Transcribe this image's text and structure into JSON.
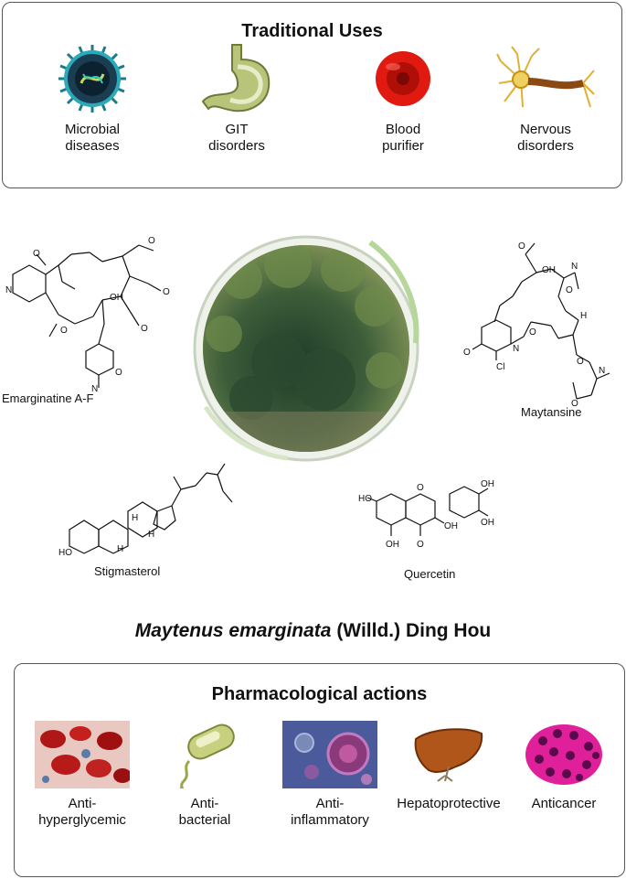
{
  "traditional_uses": {
    "title": "Traditional Uses",
    "items": [
      {
        "label": "Microbial\ndiseases",
        "icon": "virus-icon"
      },
      {
        "label": "GIT\ndisorders",
        "icon": "stomach-icon"
      },
      {
        "label": "Blood\npurifier",
        "icon": "blood-cell-icon"
      },
      {
        "label": "Nervous\ndisorders",
        "icon": "neuron-icon"
      }
    ]
  },
  "compounds": {
    "emarginatine": "Emarginatine A-F",
    "maytansine": "Maytansine",
    "stigmasterol": "Stigmasterol",
    "quercetin": "Quercetin"
  },
  "species": {
    "italic": "Maytenus emarginata",
    "authority": " (Willd.) Ding Hou"
  },
  "pharmacological": {
    "title": "Pharmacological actions",
    "items": [
      {
        "label": "Anti-\nhyperglycemic",
        "icon": "red-blood-cells-icon"
      },
      {
        "label": "Anti-\nbacterial",
        "icon": "bacterium-icon"
      },
      {
        "label": "Anti-\ninflammatory",
        "icon": "inflammation-cells-icon"
      },
      {
        "label": "Hepatoprotective",
        "icon": "liver-icon"
      },
      {
        "label": "Anticancer",
        "icon": "cancer-cell-icon"
      }
    ]
  }
}
